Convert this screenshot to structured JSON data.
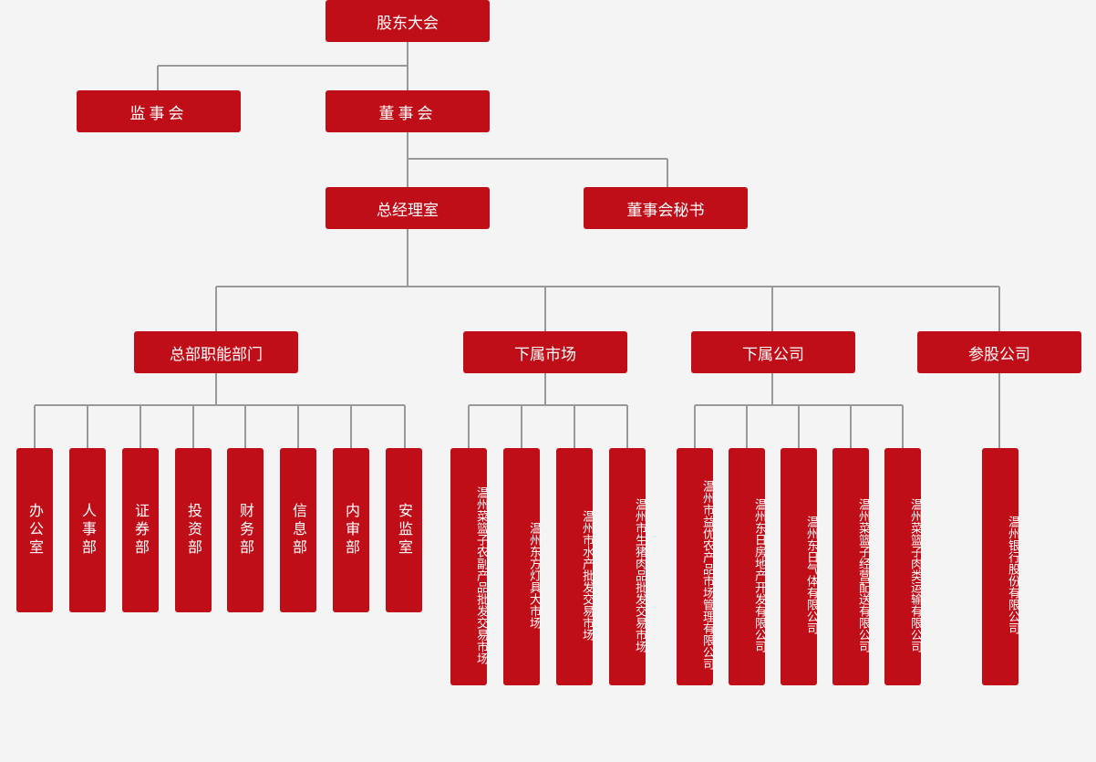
{
  "colors": {
    "box": "#c00e18",
    "text": "#ffffff",
    "line": "#999999",
    "background": "#f5f4f4"
  },
  "nodes": {
    "shareholders": "股东大会",
    "supervisors": "监事会",
    "board": "董事会",
    "gm_office": "总经理室",
    "board_secretary": "董事会秘书",
    "hq_departments": "总部职能部门",
    "sub_markets": "下属市场",
    "sub_companies": "下属公司",
    "equity_companies": "参股公司",
    "departments": [
      "办公室",
      "人事部",
      "证券部",
      "投资部",
      "财务部",
      "信息部",
      "内审部",
      "安监室"
    ],
    "markets": [
      "温州菜篮子农副产品批发交易市场",
      "温州东方灯具大市场",
      "温州市水产批发交易市场",
      "温州市生猪肉品批发交易市场"
    ],
    "companies": [
      "温州市益优农产品市场管理有限公司",
      "温州东日房地产开发有限公司",
      "温州东日气体有限公司",
      "温州菜篮子经营配送有限公司",
      "温州菜篮子肉类运输有限公司"
    ],
    "equity": [
      "温州银行股份有限公司"
    ]
  }
}
